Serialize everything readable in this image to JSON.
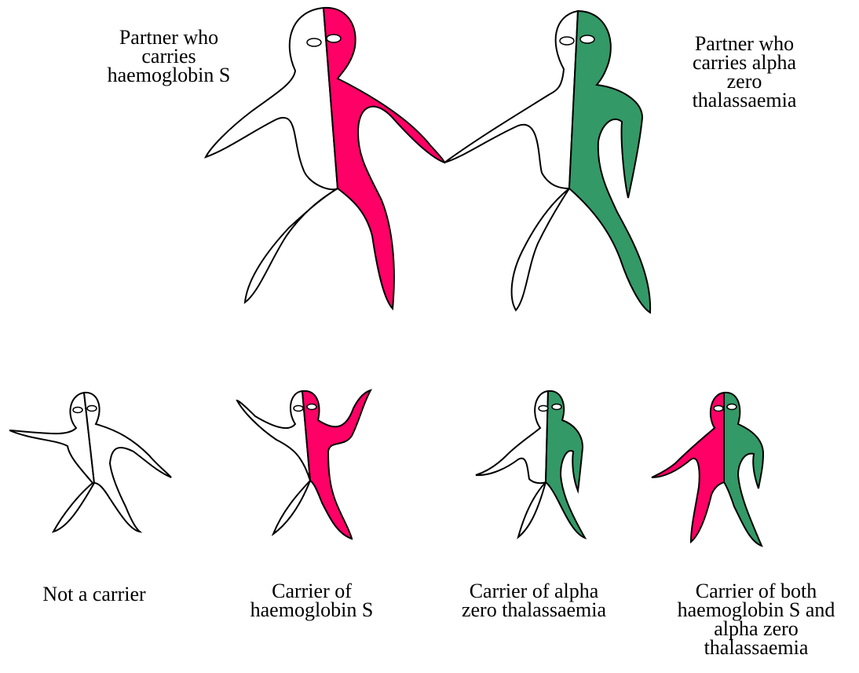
{
  "colors": {
    "haemoglobin_s": "#ff0066",
    "alpha_zero": "#339966",
    "outline": "#000000",
    "background": "#ffffff"
  },
  "parents": {
    "partner1_label": "Partner who\ncarries\nhaemoglobin S",
    "partner2_label": "Partner who\ncarries alpha\nzero\nthalassaemia"
  },
  "children": [
    {
      "label": "Not a carrier",
      "left": "none",
      "right": "none"
    },
    {
      "label": "Carrier of\nhaemoglobin S",
      "left": "none",
      "right": "haemoglobin_s"
    },
    {
      "label": "Carrier of alpha\nzero thalassaemia",
      "left": "none",
      "right": "alpha_zero"
    },
    {
      "label": "Carrier of both\nhaemoglobin S and\nalpha zero\nthalassaemia",
      "left": "haemoglobin_s",
      "right": "alpha_zero"
    }
  ]
}
